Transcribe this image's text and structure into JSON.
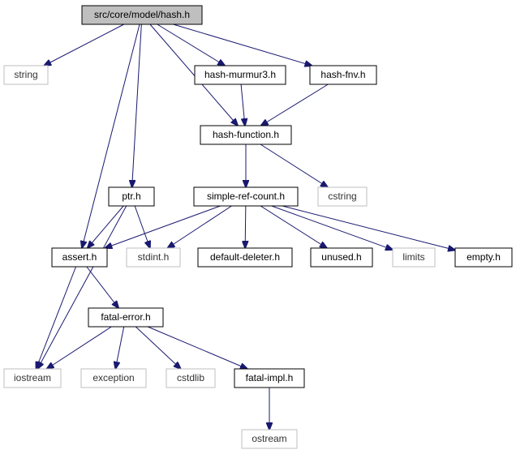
{
  "colors": {
    "edge": "#191970",
    "main_fill": "#bfbfbf",
    "local_border": "#000000",
    "system_border": "#bfbfbf",
    "system_text": "#333333"
  },
  "nodes": {
    "hash_h": {
      "label": "src/core/model/hash.h",
      "kind": "main"
    },
    "string": {
      "label": "string",
      "kind": "system"
    },
    "hash_murmur3": {
      "label": "hash-murmur3.h",
      "kind": "local"
    },
    "hash_fnv": {
      "label": "hash-fnv.h",
      "kind": "local"
    },
    "hash_function": {
      "label": "hash-function.h",
      "kind": "local"
    },
    "ptr_h": {
      "label": "ptr.h",
      "kind": "local"
    },
    "simple_ref_count": {
      "label": "simple-ref-count.h",
      "kind": "local"
    },
    "cstring": {
      "label": "cstring",
      "kind": "system"
    },
    "assert_h": {
      "label": "assert.h",
      "kind": "local"
    },
    "stdint_h": {
      "label": "stdint.h",
      "kind": "system"
    },
    "default_deleter": {
      "label": "default-deleter.h",
      "kind": "local"
    },
    "unused_h": {
      "label": "unused.h",
      "kind": "local"
    },
    "limits": {
      "label": "limits",
      "kind": "system"
    },
    "empty_h": {
      "label": "empty.h",
      "kind": "local"
    },
    "fatal_error": {
      "label": "fatal-error.h",
      "kind": "local"
    },
    "iostream": {
      "label": "iostream",
      "kind": "system"
    },
    "exception": {
      "label": "exception",
      "kind": "system"
    },
    "cstdlib": {
      "label": "cstdlib",
      "kind": "system"
    },
    "fatal_impl": {
      "label": "fatal-impl.h",
      "kind": "local"
    },
    "ostream": {
      "label": "ostream",
      "kind": "system"
    }
  },
  "edges": [
    {
      "from": "hash_h",
      "to": "string"
    },
    {
      "from": "hash_h",
      "to": "hash_murmur3"
    },
    {
      "from": "hash_h",
      "to": "hash_fnv"
    },
    {
      "from": "hash_h",
      "to": "hash_function"
    },
    {
      "from": "hash_h",
      "to": "ptr_h"
    },
    {
      "from": "hash_h",
      "to": "assert_h"
    },
    {
      "from": "hash_murmur3",
      "to": "hash_function"
    },
    {
      "from": "hash_fnv",
      "to": "hash_function"
    },
    {
      "from": "hash_function",
      "to": "simple_ref_count"
    },
    {
      "from": "hash_function",
      "to": "cstring"
    },
    {
      "from": "ptr_h",
      "to": "assert_h"
    },
    {
      "from": "ptr_h",
      "to": "stdint_h"
    },
    {
      "from": "ptr_h",
      "to": "iostream"
    },
    {
      "from": "simple_ref_count",
      "to": "assert_h"
    },
    {
      "from": "simple_ref_count",
      "to": "stdint_h"
    },
    {
      "from": "simple_ref_count",
      "to": "default_deleter"
    },
    {
      "from": "simple_ref_count",
      "to": "unused_h"
    },
    {
      "from": "simple_ref_count",
      "to": "limits"
    },
    {
      "from": "simple_ref_count",
      "to": "empty_h"
    },
    {
      "from": "assert_h",
      "to": "iostream"
    },
    {
      "from": "assert_h",
      "to": "fatal_error"
    },
    {
      "from": "fatal_error",
      "to": "iostream"
    },
    {
      "from": "fatal_error",
      "to": "exception"
    },
    {
      "from": "fatal_error",
      "to": "cstdlib"
    },
    {
      "from": "fatal_error",
      "to": "fatal_impl"
    },
    {
      "from": "fatal_impl",
      "to": "ostream"
    }
  ]
}
